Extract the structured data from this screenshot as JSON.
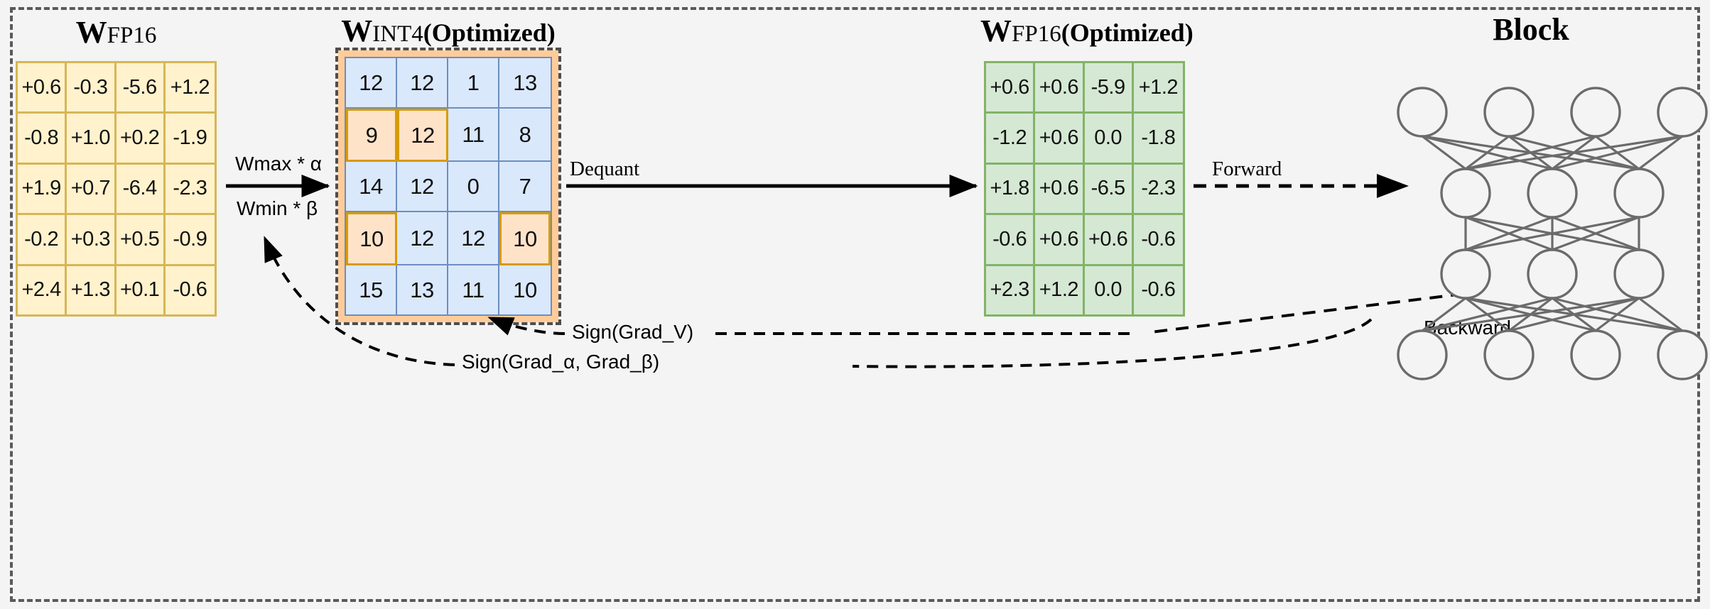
{
  "diagram": {
    "panels": {
      "fp16": {
        "title_main": "W",
        "title_sub": "FP16",
        "title_paren": ""
      },
      "int4": {
        "title_main": "W",
        "title_sub": "INT4",
        "title_paren": "(Optimized)"
      },
      "fp16_opt": {
        "title_main": "W",
        "title_sub": "FP16",
        "title_paren": "(Optimized)"
      },
      "block": {
        "title": "Block"
      }
    },
    "matrices": {
      "fp16": {
        "rows": [
          [
            "+0.6",
            "-0.3",
            "-5.6",
            "+1.2"
          ],
          [
            "-0.8",
            "+1.0",
            "+0.2",
            "-1.9"
          ],
          [
            "+1.9",
            "+0.7",
            "-6.4",
            "-2.3"
          ],
          [
            "-0.2",
            "+0.3",
            "+0.5",
            "-0.9"
          ],
          [
            "+2.4",
            "+1.3",
            "+0.1",
            "-0.6"
          ]
        ]
      },
      "int4": {
        "rows": [
          [
            "12",
            "12",
            "1",
            "13"
          ],
          [
            "9",
            "12",
            "11",
            "8"
          ],
          [
            "14",
            "12",
            "0",
            "7"
          ],
          [
            "10",
            "12",
            "12",
            "10"
          ],
          [
            "15",
            "13",
            "11",
            "10"
          ]
        ],
        "highlighted": [
          [
            1,
            0
          ],
          [
            1,
            1
          ],
          [
            3,
            0
          ],
          [
            3,
            3
          ]
        ]
      },
      "fp16_opt": {
        "rows": [
          [
            "+0.6",
            "+0.6",
            "-5.9",
            "+1.2"
          ],
          [
            "-1.2",
            "+0.6",
            "0.0",
            "-1.8"
          ],
          [
            "+1.8",
            "+0.6",
            "-6.5",
            "-2.3"
          ],
          [
            "-0.6",
            "+0.6",
            "+0.6",
            "-0.6"
          ],
          [
            "+2.3",
            "+1.2",
            "0.0",
            "-0.6"
          ]
        ]
      }
    },
    "arrows": {
      "quant_top": "Wmax * α",
      "quant_bottom": "Wmin * β",
      "dequant": "Dequant",
      "forward": "Forward",
      "backward": "Backward",
      "grad_v": "Sign(Grad_V)",
      "grad_ab": "Sign(Grad_α, Grad_β)"
    },
    "network": {
      "layers": [
        4,
        3,
        3,
        4
      ]
    },
    "colors": {
      "fp16_fill": "#fff2cc",
      "fp16_border": "#d6b656",
      "int4_fill": "#dae8fc",
      "int4_border": "#6c8ebf",
      "int4_highlight_fill": "#ffe3c9",
      "int4_highlight_border": "#d79b00",
      "int4_pad": "#ffcc99",
      "fp16o_fill": "#d5e8d4",
      "fp16o_border": "#82b366",
      "node_stroke": "#6b6b6b",
      "background": "#f4f4f4",
      "dash_border": "#5a5a5a"
    }
  }
}
